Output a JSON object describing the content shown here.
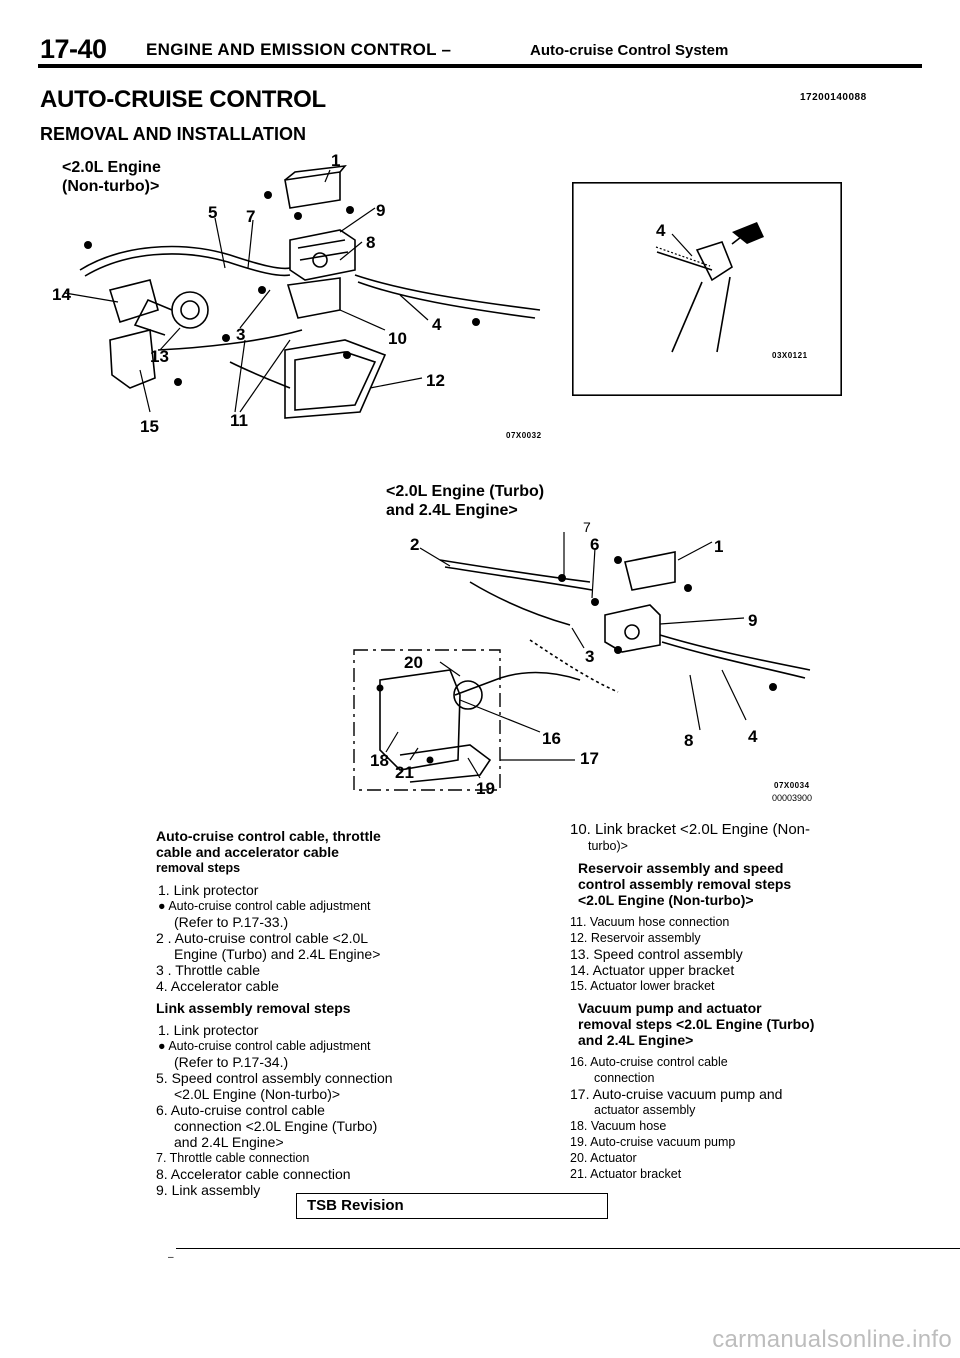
{
  "header": {
    "page_number": "17-40",
    "section": "ENGINE AND EMISSION CONTROL",
    "dash": "–",
    "subsection": "Auto-cruise Control System"
  },
  "title": "AUTO-CRUISE CONTROL",
  "doc_code": "17200140088",
  "subtitle": "REMOVAL AND INSTALLATION",
  "figures": {
    "fig1": {
      "caption_line1": "<2.0L Engine",
      "caption_line2": "(Non-turbo)>",
      "code": "07X0032",
      "callouts": [
        "1",
        "5",
        "7",
        "9",
        "8",
        "14",
        "3",
        "10",
        "4",
        "13",
        "12",
        "15",
        "11"
      ]
    },
    "fig_inset": {
      "code": "03X0121",
      "callouts": [
        "4"
      ]
    },
    "fig2": {
      "caption_line1": "<2.0L Engine (Turbo)",
      "caption_line2": "and 2.4L Engine>",
      "code": "07X0034",
      "ref": "00003900",
      "callouts": [
        "7",
        "6",
        "2",
        "1",
        "9",
        "3",
        "20",
        "4",
        "8",
        "16",
        "17",
        "18",
        "21",
        "19"
      ]
    }
  },
  "left_column": {
    "group1_heading_line1": "Auto-cruise control cable, throttle",
    "group1_heading_line2": "cable and accelerator cable",
    "group1_sub": "removal steps",
    "g1_item1": "1. Link protector",
    "g1_item1_note": "● Auto-cruise control cable adjustment",
    "g1_item1_ref": "(Refer to P.17-33.)",
    "g1_item2": "2 . Auto-cruise control cable <2.0L",
    "g1_item2b": "Engine (Turbo) and 2.4L Engine>",
    "g1_item3": "3 . Throttle cable",
    "g1_item4": "4. Accelerator cable",
    "group2_heading": "Link assembly removal steps",
    "g2_item1": "1. Link protector",
    "g2_item1_note": "● Auto-cruise control cable adjustment",
    "g2_item1_ref": "(Refer to P.17-34.)",
    "g2_item5": "5. Speed control assembly connection",
    "g2_item5b": "<2.0L Engine (Non-turbo)>",
    "g2_item6": "6. Auto-cruise control cable",
    "g2_item6b": "connection <2.0L Engine (Turbo)",
    "g2_item6c": "and 2.4L Engine>",
    "g2_item7": "7. Throttle cable connection",
    "g2_item8": "8. Accelerator cable connection",
    "g2_item9": "9. Link assembly"
  },
  "right_column": {
    "item10": "10. Link bracket <2.0L Engine (Non-",
    "item10b": "turbo)>",
    "group3_heading_line1": "Reservoir assembly and speed",
    "group3_heading_line2": "control assembly removal steps",
    "group3_heading_line3": "<2.0L Engine (Non-turbo)>",
    "item11": "11. Vacuum hose connection",
    "item12": "12. Reservoir assembly",
    "item13": "13. Speed control assembly",
    "item14": "14. Actuator upper bracket",
    "item15": "15. Actuator lower bracket",
    "group4_heading_line1": "Vacuum pump and actuator",
    "group4_heading_line2": "removal steps <2.0L Engine (Turbo)",
    "group4_heading_line3": "and 2.4L Engine>",
    "item16": "16. Auto-cruise control cable",
    "item16b": "connection",
    "item17": "17. Auto-cruise vacuum pump and",
    "item17b": "actuator assembly",
    "item18": "18. Vacuum hose",
    "item19": "19. Auto-cruise vacuum pump",
    "item20": "20. Actuator",
    "item21": "21. Actuator bracket"
  },
  "footer": {
    "tsb_label": "TSB Revision",
    "dash": "–",
    "watermark": "carmanualsonline.info"
  }
}
